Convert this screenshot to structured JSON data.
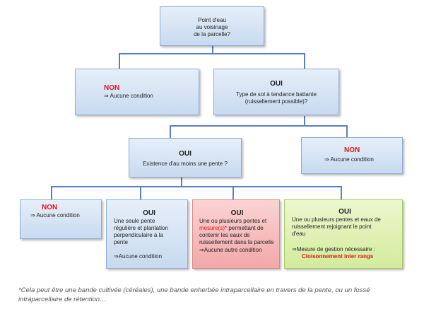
{
  "root": {
    "lines": [
      "Point d'eau",
      "au voisinage",
      "de la parcelle?"
    ]
  },
  "level1_no": {
    "head": "NON",
    "body": "⇒ Aucune condition"
  },
  "level1_yes": {
    "head": "OUI",
    "body": [
      "Type  de sol à tendance battante",
      "(ruissellement possible)?"
    ]
  },
  "level2_yes": {
    "head": "OUI",
    "body": "Existence d'au moins une pente ?"
  },
  "level2_no": {
    "head": "NON",
    "body": "⇒ Aucune condition"
  },
  "level3_no": {
    "head": "NON",
    "body": "⇒ Aucune condition"
  },
  "level3_single": {
    "head": "OUI",
    "body": [
      "Une seule pente",
      "régulière et plantation",
      "perpendiculaire à la",
      "pente"
    ],
    "result": "⇒Aucune condition"
  },
  "level3_multi": {
    "head": "OUI",
    "body_before": "Une ou plusieurs pentes et ",
    "body_highlight": "mesure(s)*",
    "body_after": " permettant de contenir les eaux de ruissellement dans la parcelle",
    "result": "⇒Aucune autre condition"
  },
  "level3_joining": {
    "head": "OUI",
    "body": [
      "Une ou plusieurs pentes et eaux de",
      "ruissellement rejoignant le point",
      "d'eau"
    ],
    "result": "⇒Mesure de gestion nécessaire :",
    "result_emph": "Cloisonnement inter rangs"
  },
  "footnote": "*Cela peut être une bande cultivée (céréales), une bande enherbée intraparcellaire en travers de la pente, ou un fossé intraparcellaire de rétention…",
  "colors": {
    "connector": "#5c7fc6",
    "no_label": "#e0161c",
    "blue_box": "#c8daf0",
    "red_box": "#f2a8a8",
    "green_box": "#d3ec9b"
  }
}
